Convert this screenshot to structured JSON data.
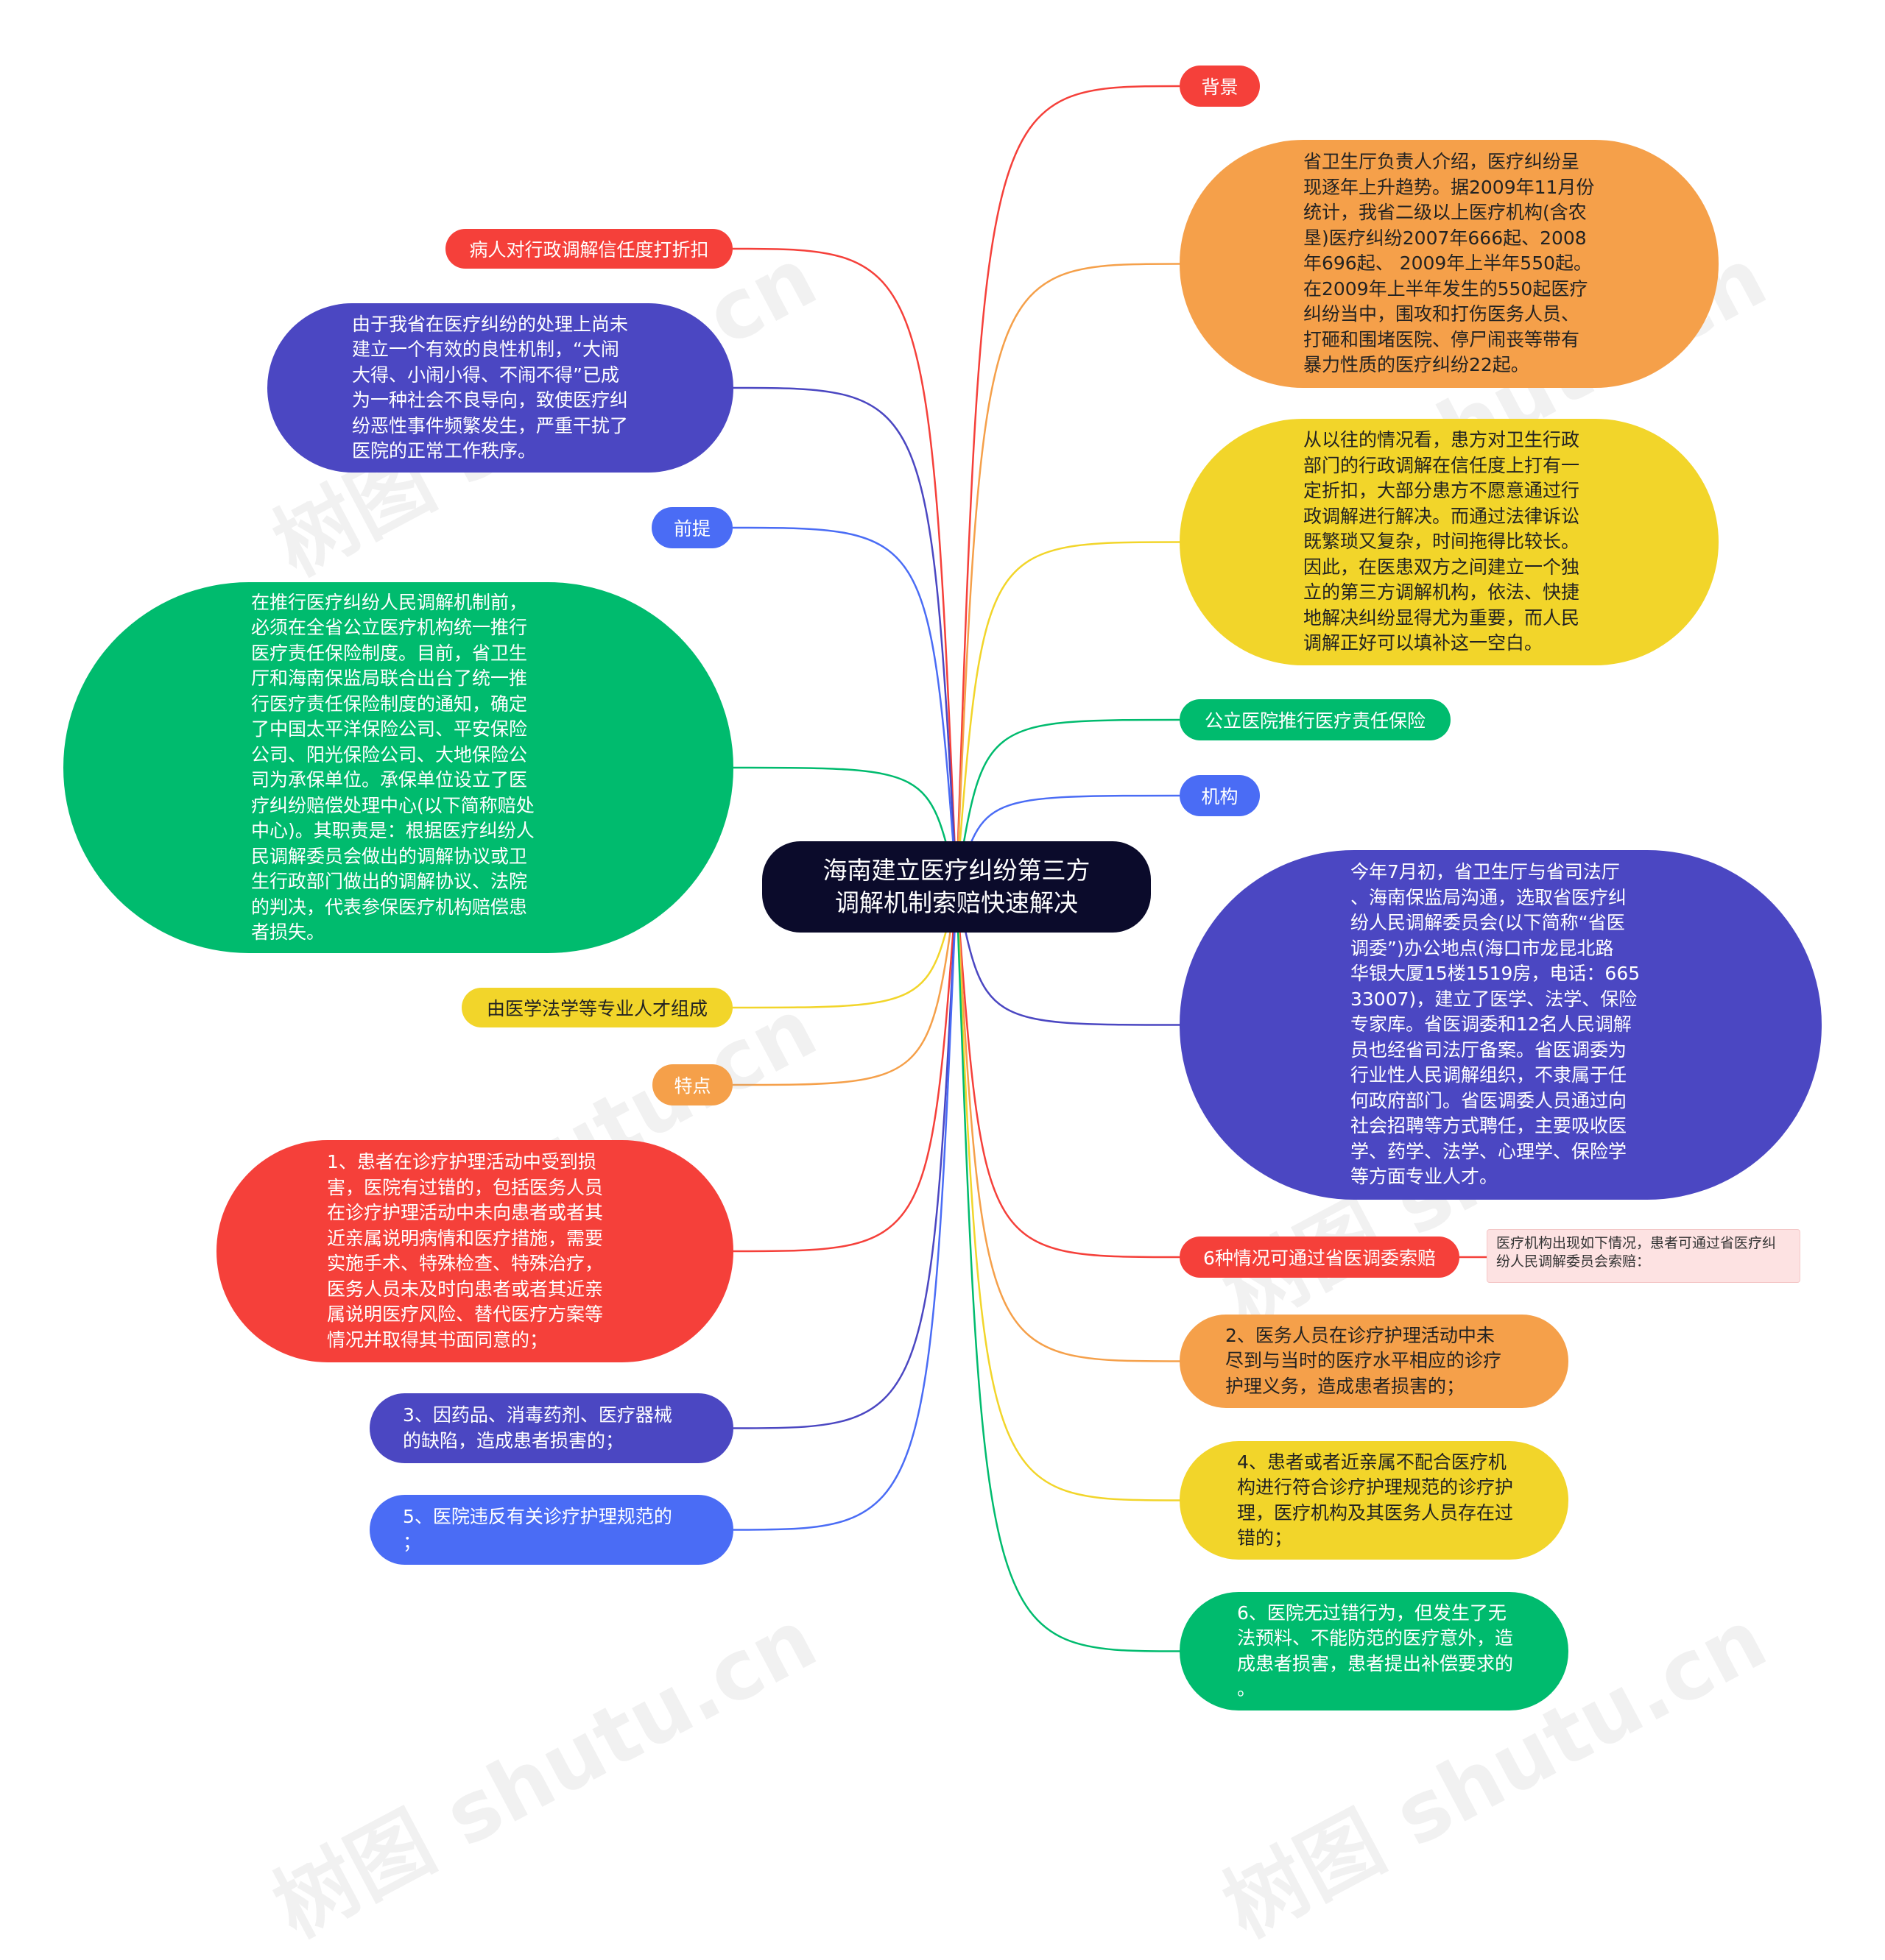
{
  "root": "海南建立医疗纠纷第三方\n调解机制索赔快速解决",
  "watermark": "树图 shutu.cn",
  "colors": {
    "red": "#f5403a",
    "orange": "#f5a04a",
    "yellow": "#f2d52a",
    "green": "#00bb6e",
    "indigo": "#4b47c2",
    "blue": "#4a6cf5",
    "root": "#0b0b2b",
    "note": "#fde2e2"
  },
  "left": {
    "n1": "病人对行政调解信任度打折扣",
    "n2": "由于我省在医疗纠纷的处理上尚未\n建立一个有效的良性机制，“大闹\n大得、小闹小得、不闹不得”已成\n为一种社会不良导向，致使医疗纠\n纷恶性事件频繁发生，严重干扰了\n医院的正常工作秩序。",
    "n3": "前提",
    "n4": "在推行医疗纠纷人民调解机制前，\n必须在全省公立医疗机构统一推行\n医疗责任保险制度。目前，省卫生\n厅和海南保监局联合出台了统一推\n行医疗责任保险制度的通知，确定\n了中国太平洋保险公司、平安保险\n公司、阳光保险公司、大地保险公\n司为承保单位。承保单位设立了医\n疗纠纷赔偿处理中心(以下简称赔处\n中心)。其职责是：根据医疗纠纷人\n民调解委员会做出的调解协议或卫\n生行政部门做出的调解协议、法院\n的判决，代表参保医疗机构赔偿患\n者损失。",
    "n5": "由医学法学等专业人才组成",
    "n6": "特点",
    "n7": "1、患者在诊疗护理活动中受到损\n害，医院有过错的，包括医务人员\n在诊疗护理活动中未向患者或者其\n近亲属说明病情和医疗措施，需要\n实施手术、特殊检查、特殊治疗，\n医务人员未及时向患者或者其近亲\n属说明医疗风险、替代医疗方案等\n情况并取得其书面同意的；",
    "n8": "3、因药品、消毒药剂、医疗器械\n的缺陷，造成患者损害的；",
    "n9": "5、医院违反有关诊疗护理规范的\n；"
  },
  "right": {
    "n1": "背景",
    "n2": "省卫生厅负责人介绍，医疗纠纷呈\n现逐年上升趋势。据2009年11月份\n统计，我省二级以上医疗机构(含农\n垦)医疗纠纷2007年666起、2008\n年696起、 2009年上半年550起。\n在2009年上半年发生的550起医疗\n纠纷当中，围攻和打伤医务人员、\n打砸和围堵医院、停尸闹丧等带有\n暴力性质的医疗纠纷22起。",
    "n3": "从以往的情况看，患方对卫生行政\n部门的行政调解在信任度上打有一\n定折扣，大部分患方不愿意通过行\n政调解进行解决。而通过法律诉讼\n既繁琐又复杂，时间拖得比较长。\n因此，在医患双方之间建立一个独\n立的第三方调解机构，依法、快捷\n地解决纠纷显得尤为重要，而人民\n调解正好可以填补这一空白。",
    "n4": "公立医院推行医疗责任保险",
    "n5": "机构",
    "n6": "今年7月初，省卫生厅与省司法厅\n、海南保监局沟通，选取省医疗纠\n纷人民调解委员会(以下简称“省医\n调委”)办公地点(海口市龙昆北路\n华银大厦15楼1519房，电话：665\n33007)，建立了医学、法学、保险\n专家库。省医调委和12名人民调解\n员也经省司法厅备案。省医调委为\n行业性人民调解组织，不隶属于任\n何政府部门。省医调委人员通过向\n社会招聘等方式聘任，主要吸收医\n学、药学、法学、心理学、保险学\n等方面专业人才。",
    "n7": "6种情况可通过省医调委索赔",
    "n7_note": "医疗机构出现如下情况，患者可通过省医疗纠\n纷人民调解委员会索赔：",
    "n8": "2、医务人员在诊疗护理活动中未\n尽到与当时的医疗水平相应的诊疗\n护理义务，造成患者损害的；",
    "n9": "4、患者或者近亲属不配合医疗机\n构进行符合诊疗护理规范的诊疗护\n理，医疗机构及其医务人员存在过\n错的；",
    "n10": "6、医院无过错行为，但发生了无\n法预料、不能防范的医疗意外，造\n成患者损害，患者提出补偿要求的\n。"
  }
}
